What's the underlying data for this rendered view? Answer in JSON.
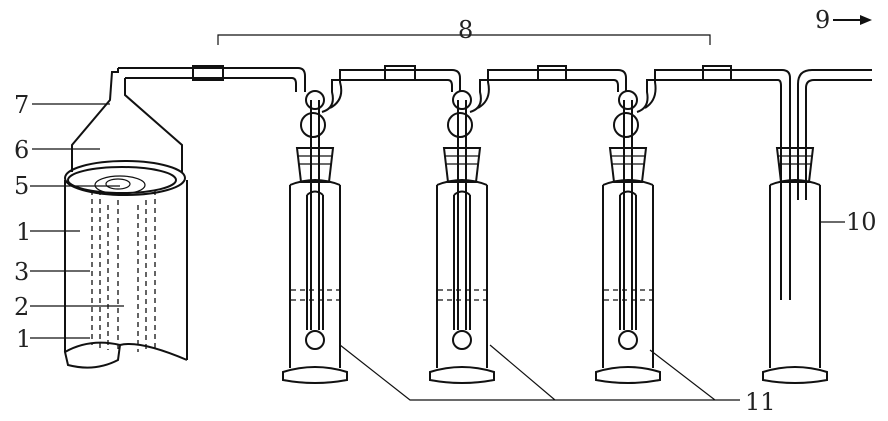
{
  "labels": {
    "l7": "7",
    "l6": "6",
    "l5": "5",
    "l1a": "1",
    "l3": "3",
    "l2": "2",
    "l1b": "1",
    "l8": "8",
    "l9": "9",
    "l10": "10",
    "l11": "11"
  },
  "colors": {
    "ink": "#111111",
    "background": "#ffffff"
  }
}
